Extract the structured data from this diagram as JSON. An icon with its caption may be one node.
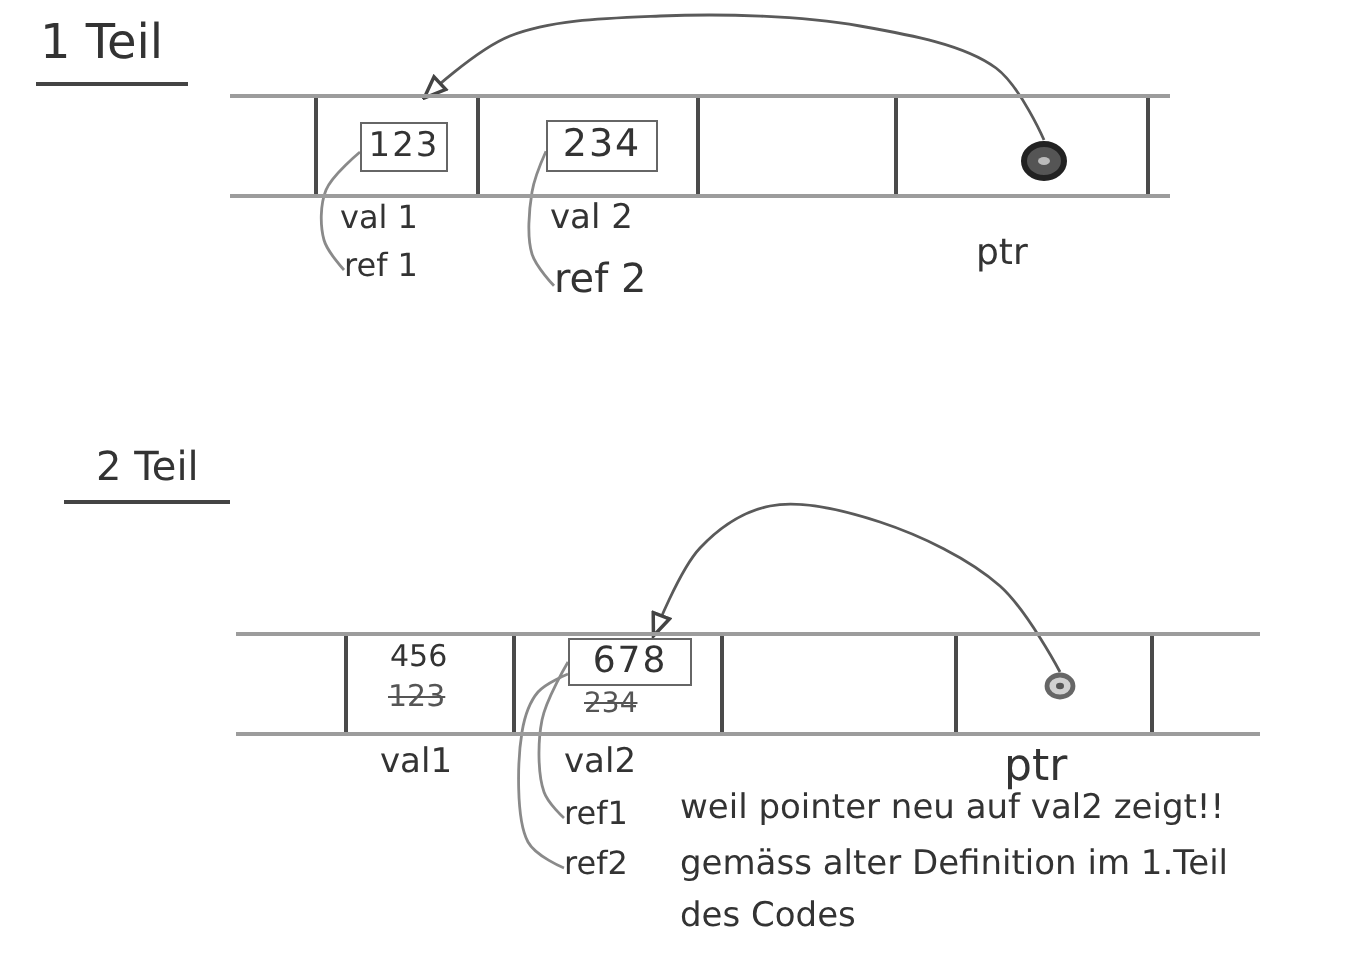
{
  "diagram": {
    "nodes": [
      {
        "text": [],
        "shape": "bar"
      },
      {
        "text": [],
        "shape": "box",
        "in": 0,
        "beside": [
          "val 1"
        ]
      },
      {
        "text": [
          "123"
        ],
        "in": 1
      },
      {
        "text": [],
        "shape": "box",
        "in": 0,
        "beside": [
          "val 2"
        ]
      },
      {
        "text": [
          "234"
        ],
        "in": 3
      },
      {
        "text": [],
        "shape": "box",
        "in": 0
      },
      {
        "text": [],
        "shape": "box",
        "in": 0,
        "beside": [
          "ptr"
        ]
      },
      {
        "text": [],
        "shape": "circle",
        "in": 6
      },
      {
        "text": [
          "ref 1"
        ]
      },
      {
        "text": [
          "ref 2"
        ]
      },
      {
        "text": [],
        "shape": "bar"
      },
      {
        "text": [
          "456",
          "123"
        ],
        "in": 10,
        "beside": [
          "val1"
        ]
      },
      {
        "text": [
          "234"
        ],
        "in": 10,
        "beside": [
          "val2"
        ]
      },
      {
        "text": [
          "678"
        ],
        "in": 12
      },
      {
        "text": [],
        "shape": "box",
        "in": 10
      },
      {
        "text": [],
        "shape": "box",
        "in": 10,
        "beside": [
          "ptr"
        ]
      },
      {
        "text": [],
        "shape": "circle",
        "in": 15
      },
      {
        "text": [
          "ref1"
        ],
        "beside": [
          "weil pointer neu auf val2 zeigt!!"
        ]
      },
      {
        "text": [
          "ref2"
        ],
        "beside": [
          "gemäss alter Definition im 1.Teil des Codes"
        ]
      }
    ],
    "edges": [
      {
        "from": 7,
        "to": 1,
        "arrow": "to"
      },
      {
        "from": 8,
        "to": 2,
        "arrow": "none"
      },
      {
        "from": 9,
        "to": 4,
        "arrow": "none"
      },
      {
        "from": 16,
        "to": 12,
        "arrow": "to"
      },
      {
        "from": 17,
        "to": 13,
        "arrow": "none"
      },
      {
        "from": 18,
        "to": 13,
        "arrow": "none"
      }
    ],
    "labels": [
      "1 Teil",
      "2 Teil"
    ]
  }
}
